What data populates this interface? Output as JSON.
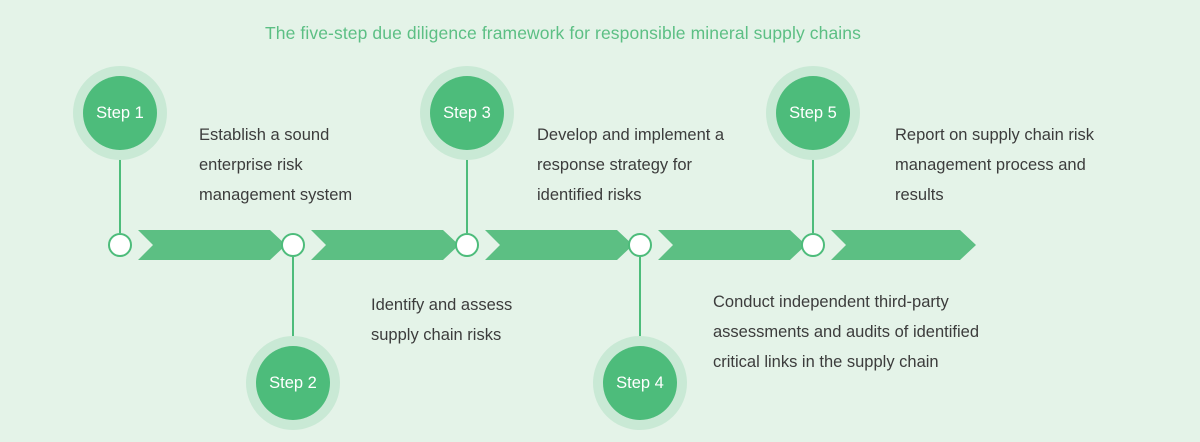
{
  "title": "The five-step due diligence framework for responsible mineral supply chains",
  "colors": {
    "background": "#e4f3e8",
    "title_green": "#5cbf84",
    "arrow_green": "#5cbf83",
    "circle_green": "#4dbc7b",
    "halo_green": "#c9e9d5",
    "node_fill": "#ffffff",
    "text_gray": "#3c3c3c"
  },
  "steps": [
    {
      "label": "Step 1",
      "description": "Establish a sound enterprise risk management system",
      "position": "above"
    },
    {
      "label": "Step 2",
      "description": "Identify and assess supply chain risks",
      "position": "below"
    },
    {
      "label": "Step 3",
      "description": "Develop and implement a response strategy for identified risks",
      "position": "above"
    },
    {
      "label": "Step 4",
      "description": "Conduct independent third-party assessments and audits of identified critical links in the supply chain",
      "position": "below"
    },
    {
      "label": "Step 5",
      "description": "Report on supply chain risk management process and results",
      "position": "above"
    }
  ]
}
